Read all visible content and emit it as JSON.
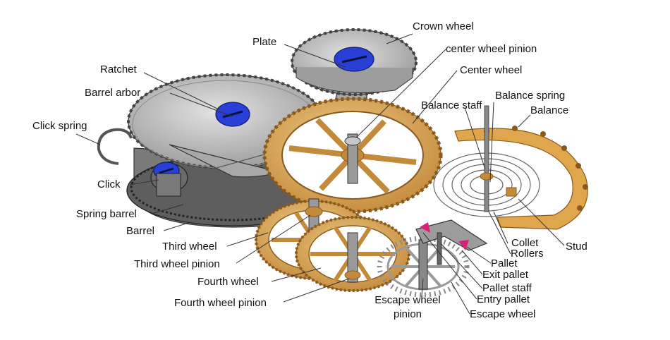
{
  "labels": {
    "crown_wheel": "Crown wheel",
    "plate": "Plate",
    "center_wheel_pinion": "center wheel pinion",
    "ratchet": "Ratchet",
    "center_wheel": "Center wheel",
    "barrel_arbor": "Barrel arbor",
    "balance_spring": "Balance spring",
    "balance_staff": "Balance staff",
    "balance": "Balance",
    "click_spring": "Click spring",
    "click": "Click",
    "spring_barrel": "Spring barrel",
    "barrel": "Barrel",
    "collet": "Collet",
    "stud": "Stud",
    "rollers": "Rollers",
    "third_wheel": "Third wheel",
    "pallet": "Pallet",
    "third_wheel_pinion": "Third wheel pinion",
    "exit_pallet": "Exit pallet",
    "fourth_wheel": "Fourth wheel",
    "pallet_staff": "Pallet staff",
    "escape_wheel_pinion_1": "Escape wheel",
    "escape_wheel_pinion_2": "pinion",
    "entry_pallet": "Entry pallet",
    "fourth_wheel_pinion": "Fourth wheel pinion",
    "escape_wheel": "Escape wheel"
  },
  "colors": {
    "steel": "#b9b9b9",
    "steel_dark": "#5e5e5e",
    "brass": "#d9a95a",
    "brass_dark": "#8a5a1c",
    "screw_blue": "#2a3fd6",
    "pallet_jewel": "#d6207a",
    "leader": "#333333"
  }
}
